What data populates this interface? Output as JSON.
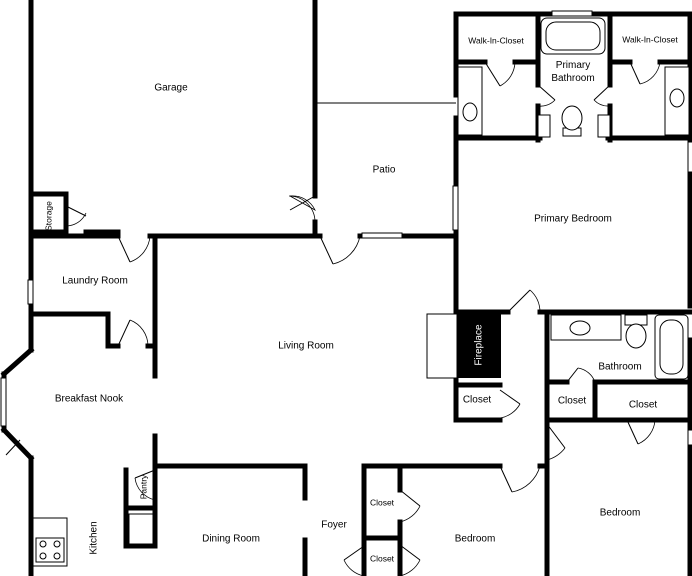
{
  "rooms": {
    "garage": "Garage",
    "walk_in_closet_left": "Walk-In-Closet",
    "walk_in_closet_right": "Walk-In-Closet",
    "primary_bathroom": "Primary\nBathroom",
    "patio": "Patio",
    "primary_bedroom": "Primary Bedroom",
    "storage": "Storage",
    "laundry_room": "Laundry Room",
    "living_room": "Living Room",
    "fireplace": "Fireplace",
    "bathroom": "Bathroom",
    "breakfast_nook": "Breakfast Nook",
    "closet_fireplace": "Closet",
    "closet_bath_left": "Closet",
    "closet_bath_right": "Closet",
    "pantry": "Pantry",
    "kitchen": "Kitchen",
    "dining_room": "Dining Room",
    "foyer": "Foyer",
    "closet_foyer_upper": "Closet",
    "closet_foyer_lower": "Closet",
    "bedroom_middle": "Bedroom",
    "bedroom_right": "Bedroom"
  },
  "colors": {
    "wall": "#000000",
    "background": "#ffffff",
    "fireplace": "#000000",
    "fireplace_text": "#ffffff"
  }
}
